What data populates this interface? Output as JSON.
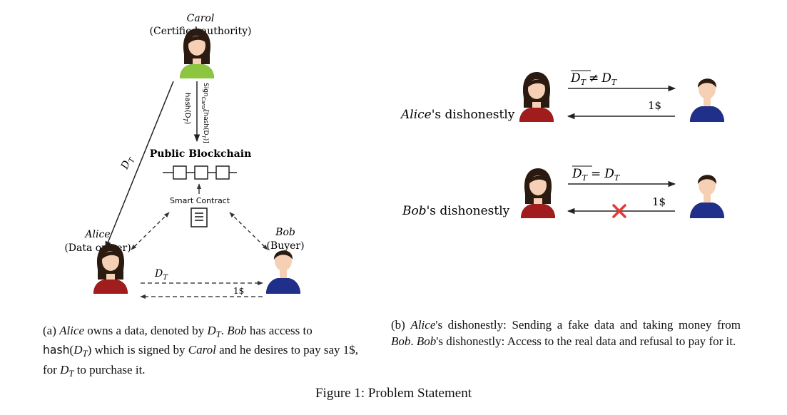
{
  "panel_a": {
    "carol_name": "Carol",
    "carol_role": "(Certified authority)",
    "alice_name": "Alice",
    "alice_role": "(Data owner)",
    "bob_name": "Bob",
    "bob_role": "(Buyer)",
    "blockchain_title": "Public Blockchain",
    "smart_contract_label": "Smart Contract",
    "sign_label": "Sign",
    "sign_subscript": "Carol",
    "sign_arg": "[hash(D",
    "sign_arg_sub": "T",
    "sign_arg_end": ")]",
    "hash_label": "hash(D",
    "hash_sub": "T",
    "hash_end": ")",
    "dt_diag_main": "D",
    "dt_diag_sub": "T",
    "dt_bottom_main": "D",
    "dt_bottom_sub": "T",
    "pay_label": "1$"
  },
  "panel_b": {
    "row1_label_name": "Alice",
    "row1_label_rest": "'s dishonestly",
    "row1_top_lhs": "D",
    "row1_top_lhs_sub": "T",
    "row1_top_op": "≠",
    "row1_top_rhs": "D",
    "row1_top_rhs_sub": "T",
    "row1_pay": "1$",
    "row2_label_name": "Bob",
    "row2_label_rest": "'s dishonestly",
    "row2_top_lhs": "D",
    "row2_top_lhs_sub": "T",
    "row2_top_op": "=",
    "row2_top_rhs": "D",
    "row2_top_rhs_sub": "T",
    "row2_pay": "1$"
  },
  "caption_a": {
    "prefix": "(a) ",
    "alice": "Alice",
    "t1": " owns a data, denoted by ",
    "dt1": "D",
    "dt1_sub": "T",
    "t2": ". ",
    "bob": "Bob",
    "t3": " has access to ",
    "hash": "hash",
    "t4": "(",
    "dt2": "D",
    "dt2_sub": "T",
    "t5": ") which is signed by ",
    "carol": "Carol",
    "t6": " and he desires to pay say 1$, for ",
    "dt3": "D",
    "dt3_sub": "T",
    "t7": " to purchase it."
  },
  "caption_b": {
    "prefix": "(b) ",
    "alice": "Alice",
    "t1": "'s dishonestly: Sending a fake data and taking money from ",
    "bob1": "Bob",
    "t2": ".   ",
    "bob2": "Bob",
    "t3": "'s dishonestly: Access to the real data and refusal to pay for it."
  },
  "figure_title": "Figure 1: Problem Statement",
  "colors": {
    "female_shirt": "#a11c1c",
    "carol_shirt": "#8cc63f",
    "male_shirt": "#1f2f8a",
    "skin": "#f5d0b4",
    "hair": "#2a1a10",
    "cross": "#e53935"
  }
}
